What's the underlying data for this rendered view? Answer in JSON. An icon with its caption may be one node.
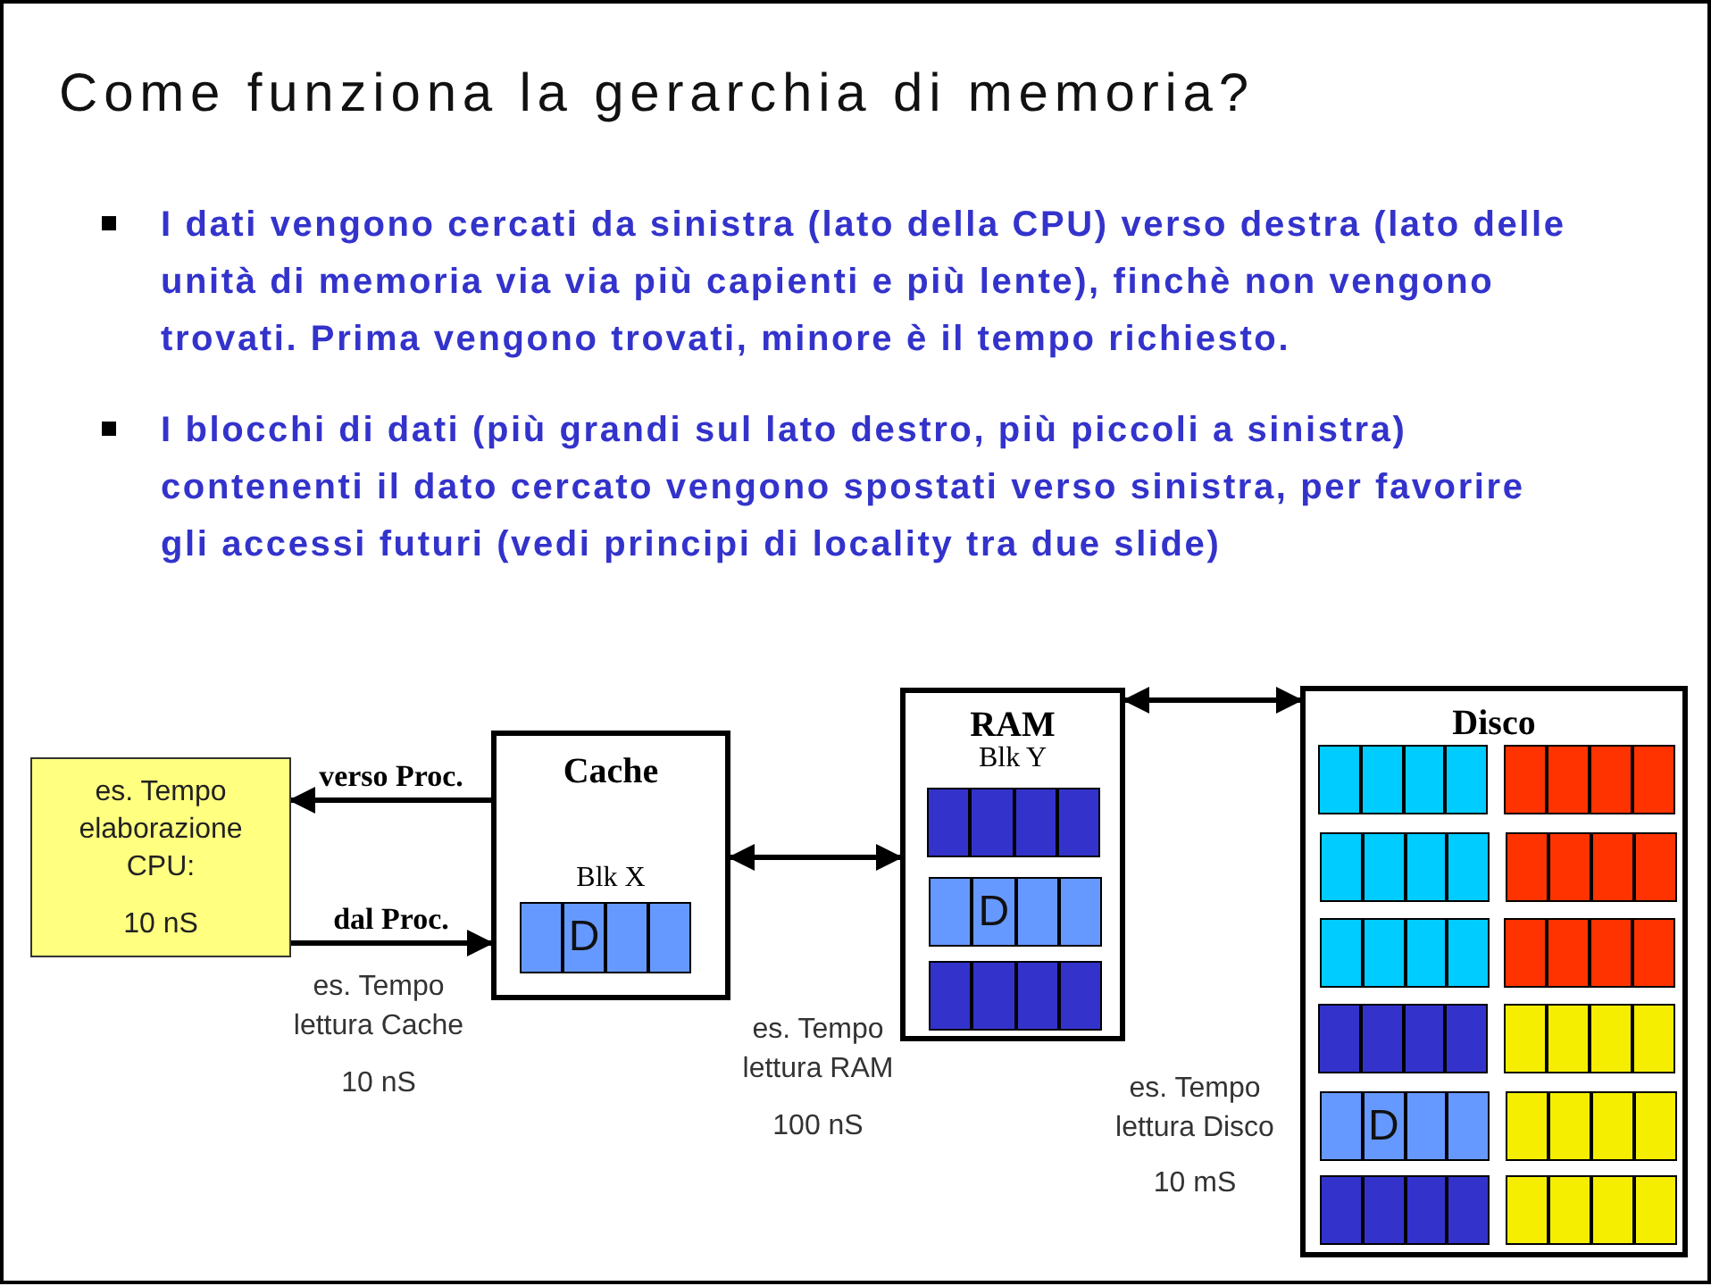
{
  "diagram": {
    "title": "Come funziona la gerarchia di memoria?",
    "nodes": [
      {
        "text": [
          "es. Tempo elaborazione CPU:",
          "10 nS"
        ]
      },
      {
        "text": [
          "Cache",
          "Blk X"
        ]
      },
      {
        "text": [
          "RAM",
          "Blk Y"
        ]
      },
      {
        "text": [
          "Disco"
        ]
      },
      {
        "text": [
          "D"
        ],
        "in": 1
      },
      {
        "text": [],
        "shape": "bar",
        "in": 2
      },
      {
        "text": [
          "D"
        ],
        "in": 2
      },
      {
        "text": [],
        "shape": "bar",
        "in": 2
      },
      {
        "text": [],
        "shape": "bar",
        "in": 3
      },
      {
        "text": [],
        "shape": "bar",
        "in": 3
      },
      {
        "text": [],
        "shape": "bar",
        "in": 3
      },
      {
        "text": [],
        "shape": "bar",
        "in": 3
      },
      {
        "text": [],
        "shape": "bar",
        "in": 3
      },
      {
        "text": [],
        "shape": "bar",
        "in": 3
      },
      {
        "text": [],
        "shape": "bar",
        "in": 3
      },
      {
        "text": [],
        "shape": "bar",
        "in": 3
      },
      {
        "text": [
          "D"
        ],
        "in": 3
      },
      {
        "text": [],
        "shape": "bar",
        "in": 3
      },
      {
        "text": [],
        "shape": "bar",
        "in": 3
      },
      {
        "text": [],
        "shape": "bar",
        "in": 3
      }
    ],
    "edges": [
      {
        "from": 1,
        "to": 0,
        "arrow": "to",
        "label": "verso Proc."
      },
      {
        "from": 0,
        "to": 1,
        "arrow": "to",
        "label": "dal Proc."
      },
      {
        "from": 1,
        "to": 2,
        "arrow": "both"
      },
      {
        "from": 2,
        "to": 3,
        "arrow": "both"
      }
    ],
    "labels": [
      "I dati vengono cercati da sinistra (lato della CPU) verso destra (lato delle unità di memoria via via più capienti e più lente), finchè non vengono trovati. Prima vengono trovati, minore è il tempo richiesto.",
      "I blocchi di dati (più grandi sul lato destro, più piccoli a sinistra) contenenti il dato cercato vengono spostati verso sinistra, per favorire gli accessi futuri (vedi principi di locality tra due slide)",
      "es. Tempo lettura Cache",
      "10 nS",
      "es. Tempo lettura RAM",
      "100 nS",
      "es. Tempo lettura Disco",
      "10 mS"
    ]
  }
}
